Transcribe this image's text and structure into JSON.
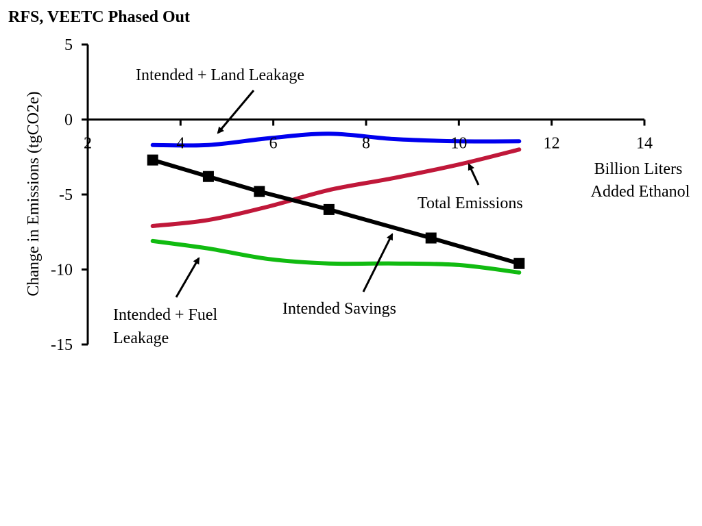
{
  "chart_data": {
    "type": "line",
    "title": "RFS, VEETC Phased Out",
    "ylabel": "Change in Emissions (tgCO2e)",
    "xlabel_lines": [
      "Billion Liters",
      "Added Ethanol"
    ],
    "xlim": [
      2,
      14
    ],
    "ylim": [
      -15,
      5
    ],
    "xticks": [
      2,
      4,
      6,
      8,
      10,
      12,
      14
    ],
    "yticks": [
      5,
      0,
      -5,
      -10,
      -15
    ],
    "grid": false,
    "series": [
      {
        "color": "#0000ee",
        "x": [
          3.4,
          4.6,
          5.9,
          7.2,
          8.6,
          10.0,
          11.3
        ],
        "y": [
          -1.7,
          -1.7,
          -1.25,
          -0.95,
          -1.3,
          -1.45,
          -1.45
        ]
      },
      {
        "color": "#c0183a",
        "x": [
          3.4,
          4.6,
          5.9,
          7.2,
          8.6,
          10.0,
          11.3
        ],
        "y": [
          -7.1,
          -6.7,
          -5.8,
          -4.7,
          -3.9,
          -3.0,
          -2.0
        ]
      },
      {
        "color": "#11bb11",
        "x": [
          3.4,
          4.6,
          5.9,
          7.2,
          8.6,
          10.0,
          11.3
        ],
        "y": [
          -8.1,
          -8.6,
          -9.3,
          -9.6,
          -9.6,
          -9.7,
          -10.2
        ]
      },
      {
        "color": "#000000",
        "marker": "square",
        "x": [
          3.4,
          4.6,
          5.7,
          7.2,
          9.4,
          11.3
        ],
        "y": [
          -2.7,
          -3.8,
          -4.8,
          -6.0,
          -7.9,
          -9.6
        ]
      }
    ],
    "annotations": [
      {
        "id": "land",
        "lines": [
          "Intended + Land Leakage"
        ]
      },
      {
        "id": "total",
        "lines": [
          "Total Emissions"
        ]
      },
      {
        "id": "fuel",
        "lines": [
          "Intended + Fuel",
          "Leakage"
        ]
      },
      {
        "id": "savings",
        "lines": [
          "Intended Savings"
        ]
      }
    ]
  }
}
